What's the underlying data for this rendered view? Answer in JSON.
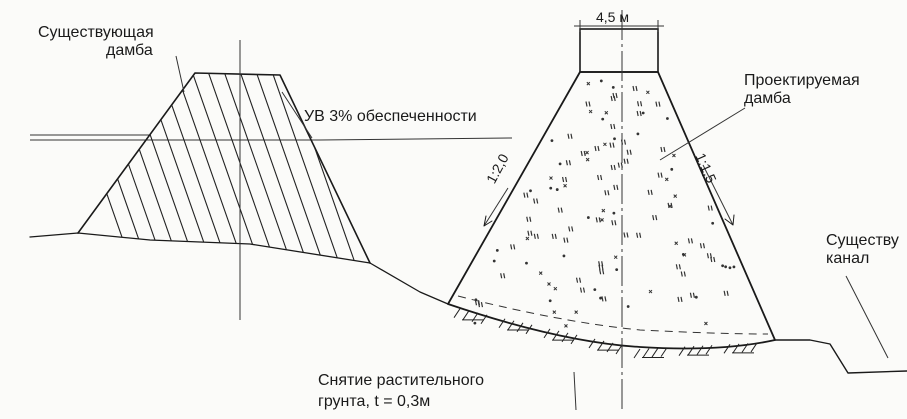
{
  "labels": {
    "existing_dam": [
      "Существующая",
      "дамба"
    ],
    "water_level": "УВ 3% обеспеченности",
    "designed_dam": [
      "Проектируемая",
      "дамба"
    ],
    "existing_canal": [
      "Существу",
      "канал"
    ],
    "soil_removal": [
      "Снятие растительного",
      "грунта, t = 0,3м"
    ],
    "crest_width": "4,5 м",
    "slope_left": "1:2,0",
    "slope_right": "1:1,5"
  },
  "colors": {
    "ink": "#1a1a1a",
    "paper": "#fbfbf9"
  }
}
